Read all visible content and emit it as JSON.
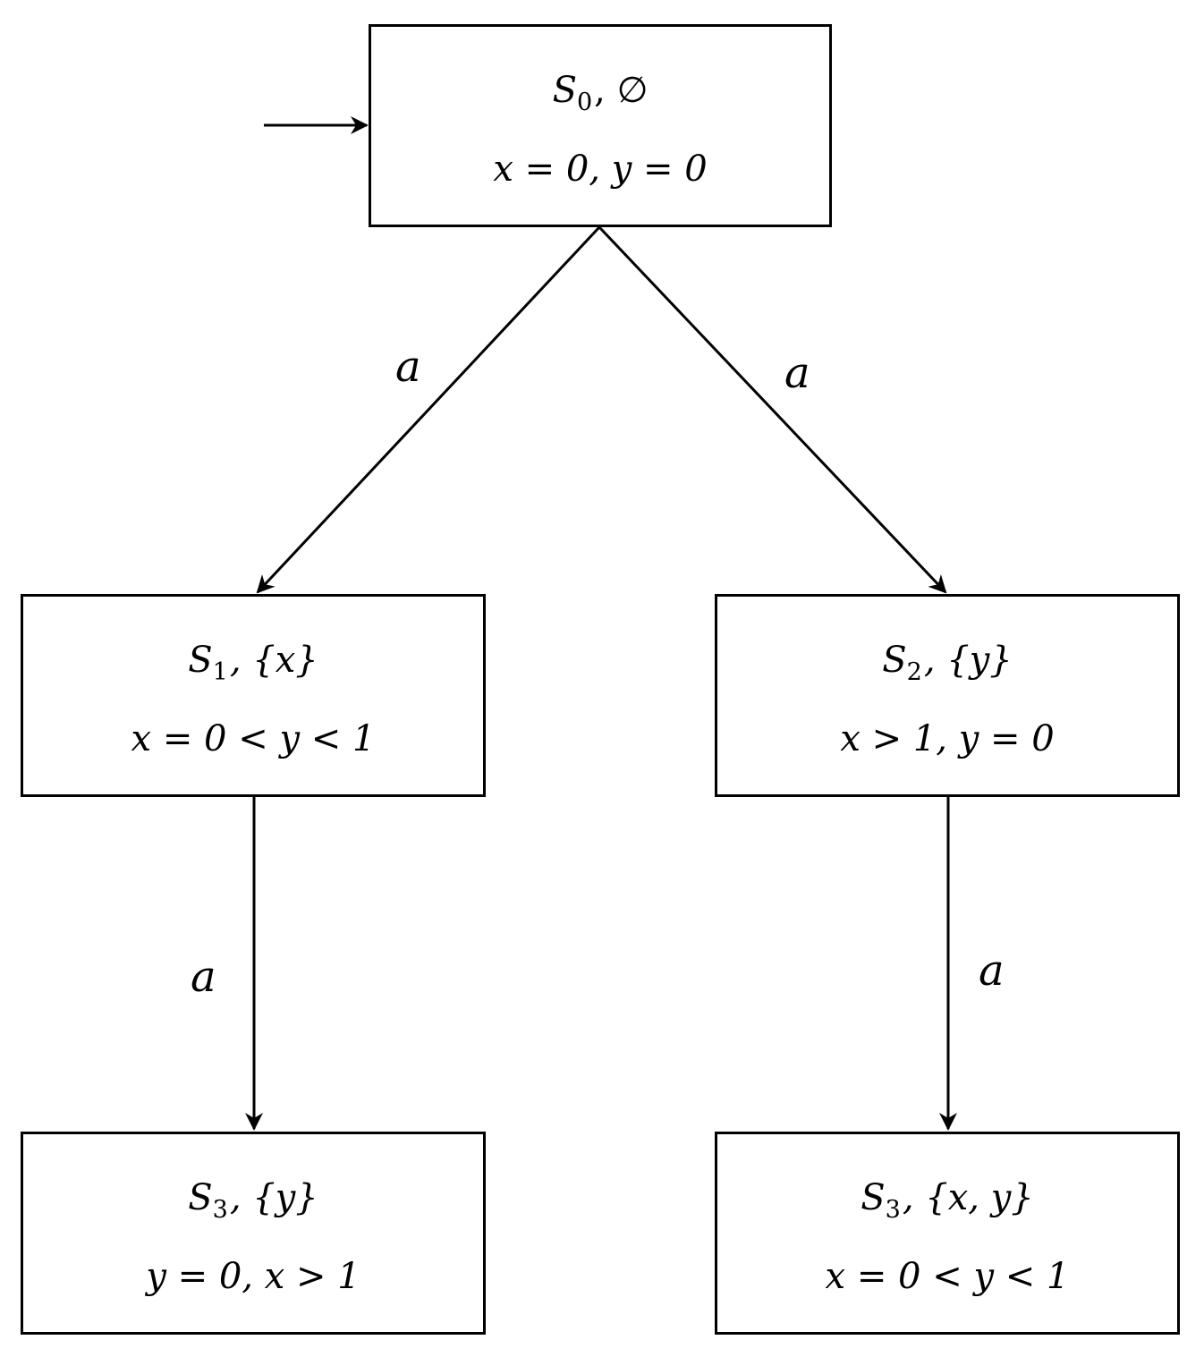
{
  "states": [
    {
      "id": "s0",
      "name": "S",
      "sub": "0",
      "set": ", ∅",
      "constraint": "x = 0,  y = 0",
      "initial": true
    },
    {
      "id": "s1",
      "name": "S",
      "sub": "1",
      "set": ", {x}",
      "constraint": "x = 0 < y < 1"
    },
    {
      "id": "s2",
      "name": "S",
      "sub": "2",
      "set": ", {y}",
      "constraint": "x > 1,  y = 0"
    },
    {
      "id": "s3a",
      "name": "S",
      "sub": "3",
      "set": ", {y}",
      "constraint": "y = 0,  x > 1"
    },
    {
      "id": "s3b",
      "name": "S",
      "sub": "3",
      "set": ", {x, y}",
      "constraint": "x = 0 < y < 1"
    }
  ],
  "transitions": [
    {
      "from": "s0",
      "to": "s1",
      "label": "a"
    },
    {
      "from": "s0",
      "to": "s2",
      "label": "a"
    },
    {
      "from": "s1",
      "to": "s3a",
      "label": "a"
    },
    {
      "from": "s2",
      "to": "s3b",
      "label": "a"
    }
  ]
}
